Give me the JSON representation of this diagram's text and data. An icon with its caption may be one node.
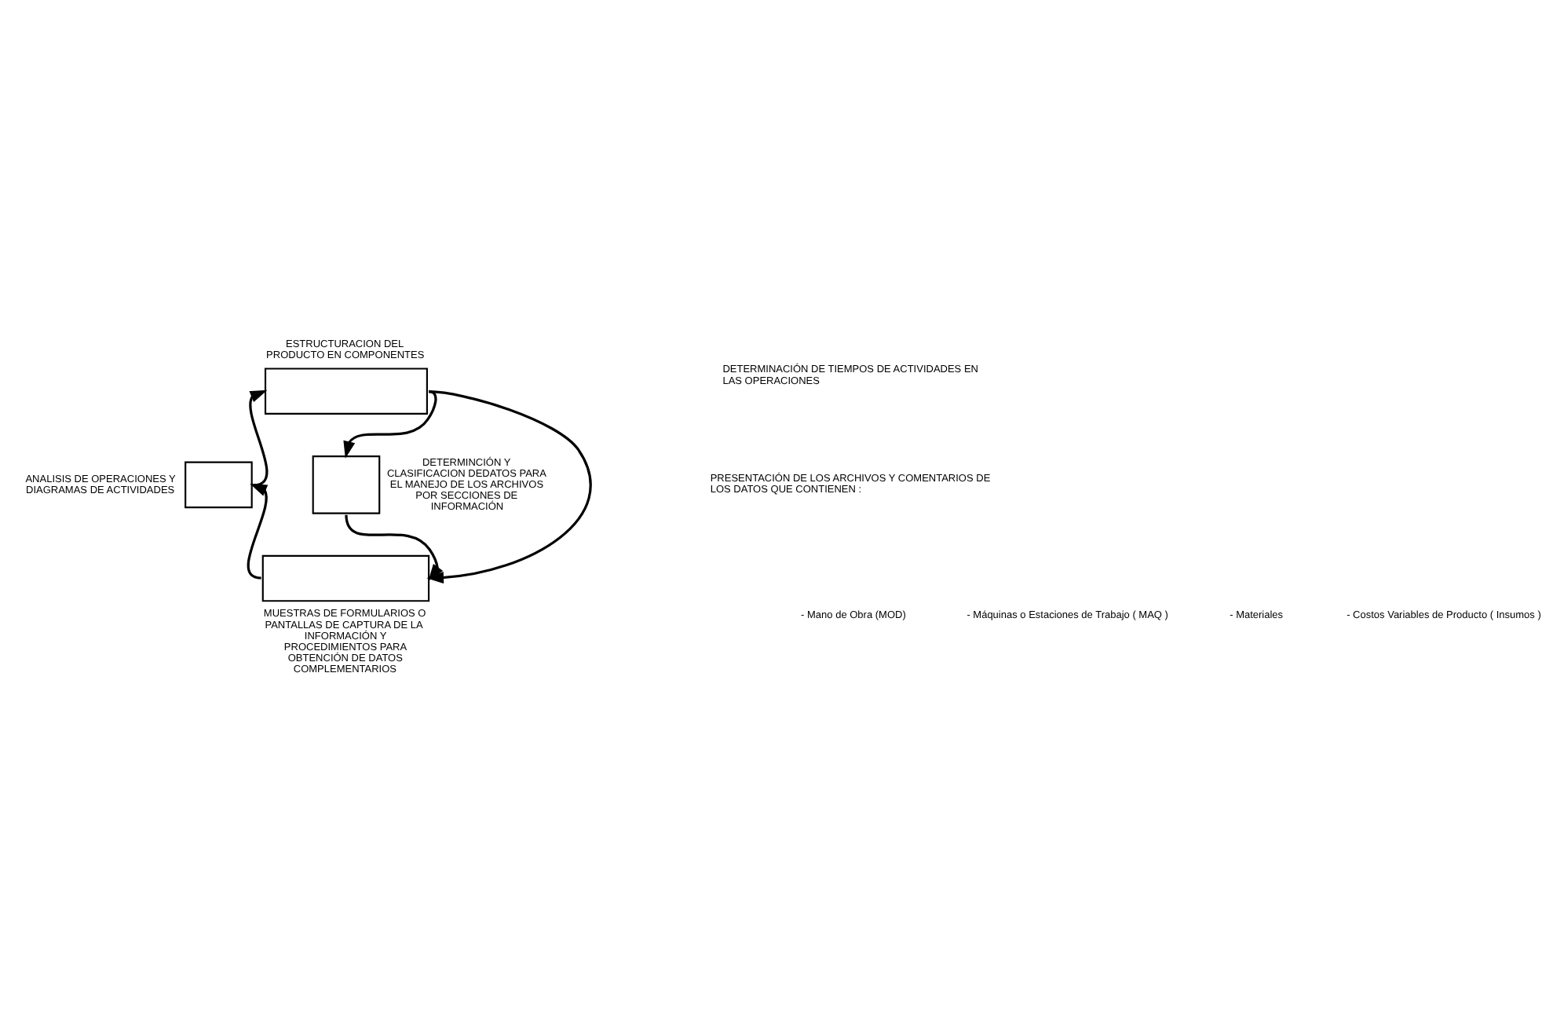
{
  "diagram": {
    "nodes": [
      {
        "text": [],
        "shape": "box",
        "beside": [
          "ESTRUCTURACION DEL PRODUCTO EN COMPONENTES"
        ]
      },
      {
        "text": [],
        "shape": "box",
        "beside": [
          "ANALISIS DE OPERACIONES Y DIAGRAMAS DE ACTIVIDADES"
        ]
      },
      {
        "text": [],
        "shape": "box",
        "beside": [
          "DETERMINCIÓN Y CLASIFICACION DEDATOS PARA EL MANEJO DE LOS ARCHIVOS POR SECCIONES DE INFORMACIÓN"
        ]
      },
      {
        "text": [],
        "shape": "box",
        "beside": [
          "MUESTRAS DE FORMULARIOS O PANTALLAS DE CAPTURA DE LA INFORMACIÓN Y PROCEDIMIENTOS PARA OBTENCIÓN DE DATOS COMPLEMENTARIOS"
        ]
      }
    ],
    "edges": [
      {
        "from": 1,
        "to": 0,
        "arrow": "to"
      },
      {
        "from": 0,
        "to": 2,
        "arrow": "to"
      },
      {
        "from": 2,
        "to": 3,
        "arrow": "to"
      },
      {
        "from": 3,
        "to": 1,
        "arrow": "to"
      },
      {
        "from": 0,
        "to": 3,
        "arrow": "to"
      }
    ],
    "labels": [
      "DETERMINACIÓN DE TIEMPOS DE ACTIVIDADES EN LAS OPERACIONES",
      "PRESENTACIÓN DE LOS ARCHIVOS Y COMENTARIOS DE LOS DATOS QUE CONTIENEN :",
      "- Mano de Obra (MOD)",
      "- Máquinas o Estaciones de Trabajo ( MAQ )",
      "- Materiales",
      "- Costos Variables de Producto ( Insumos )"
    ]
  }
}
